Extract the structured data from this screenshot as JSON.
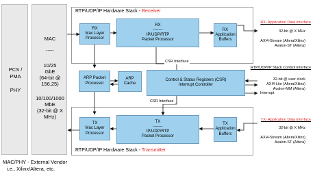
{
  "phy_panel": {
    "lines": [
      "PCS /",
      "PMA",
      "",
      "PHY"
    ]
  },
  "mac_panel": {
    "title": "MAC",
    "dash": "-----",
    "gbe": [
      "10/25",
      "GbE",
      "(64-bit @",
      "156.25)"
    ],
    "mbe": [
      "10/100/1000",
      "MbE",
      "(32-bit @ X",
      "MHz)"
    ]
  },
  "receiver": {
    "title": "RTP/UDP/IP Hardware Stack - ",
    "title_red": "Receiver"
  },
  "transmitter": {
    "title": "RTP/UDP/IP Hardware Stack - ",
    "title_red": "Transmitter"
  },
  "blocks": {
    "rx_mac": [
      "RX",
      "Mac Layer",
      "Processor"
    ],
    "rx_ip": [
      "RX",
      "-------",
      "IP/UDP/RTP",
      "Packet Processor"
    ],
    "rx_buf": [
      "RX",
      "Application",
      "Buffers"
    ],
    "arp": [
      "ARP Packet",
      "Processor"
    ],
    "arp_cache": [
      "ARP",
      "Cache"
    ],
    "csr": [
      "Control & Status Registers (CSR)",
      "Interrupt Controller"
    ],
    "tx_mac": [
      "TX",
      "Mac Layer",
      "Processor"
    ],
    "tx_ip": [
      "TX",
      "-------",
      "IP/UDP/RTP",
      "Packet Processor"
    ],
    "tx_buf": [
      "TX",
      "Application",
      "Buffers"
    ]
  },
  "csr_labels": {
    "top": "CSR Interface",
    "bottom": "CSR Interface"
  },
  "right": {
    "rx_title": "RX- Application Data Interface",
    "rx_lines": [
      "32-bit @ X MHz",
      "",
      "AXI4-Stream (Altera/Xilinx)",
      "Avalon-ST (Altera)"
    ],
    "ctrl_title": "RTP/UDP/IP Stack Control Interface",
    "ctrl_lines": [
      "32-bit @ user clock",
      "AXI4-Lite (Altera/Xilinx)",
      "Avalon-MM (Altera)"
    ],
    "interrupt": "Interrupt",
    "tx_title": "TX- Application Data Interface",
    "tx_lines": [
      "32-bit @ X MHz",
      "",
      "AXI4-Stream (Altera/Xilinx)",
      "Avalon-ST (Altera)"
    ]
  },
  "footer": [
    "MAC/PHY - External Vendor",
    "i.e., Xilinx/Altera, etc."
  ]
}
